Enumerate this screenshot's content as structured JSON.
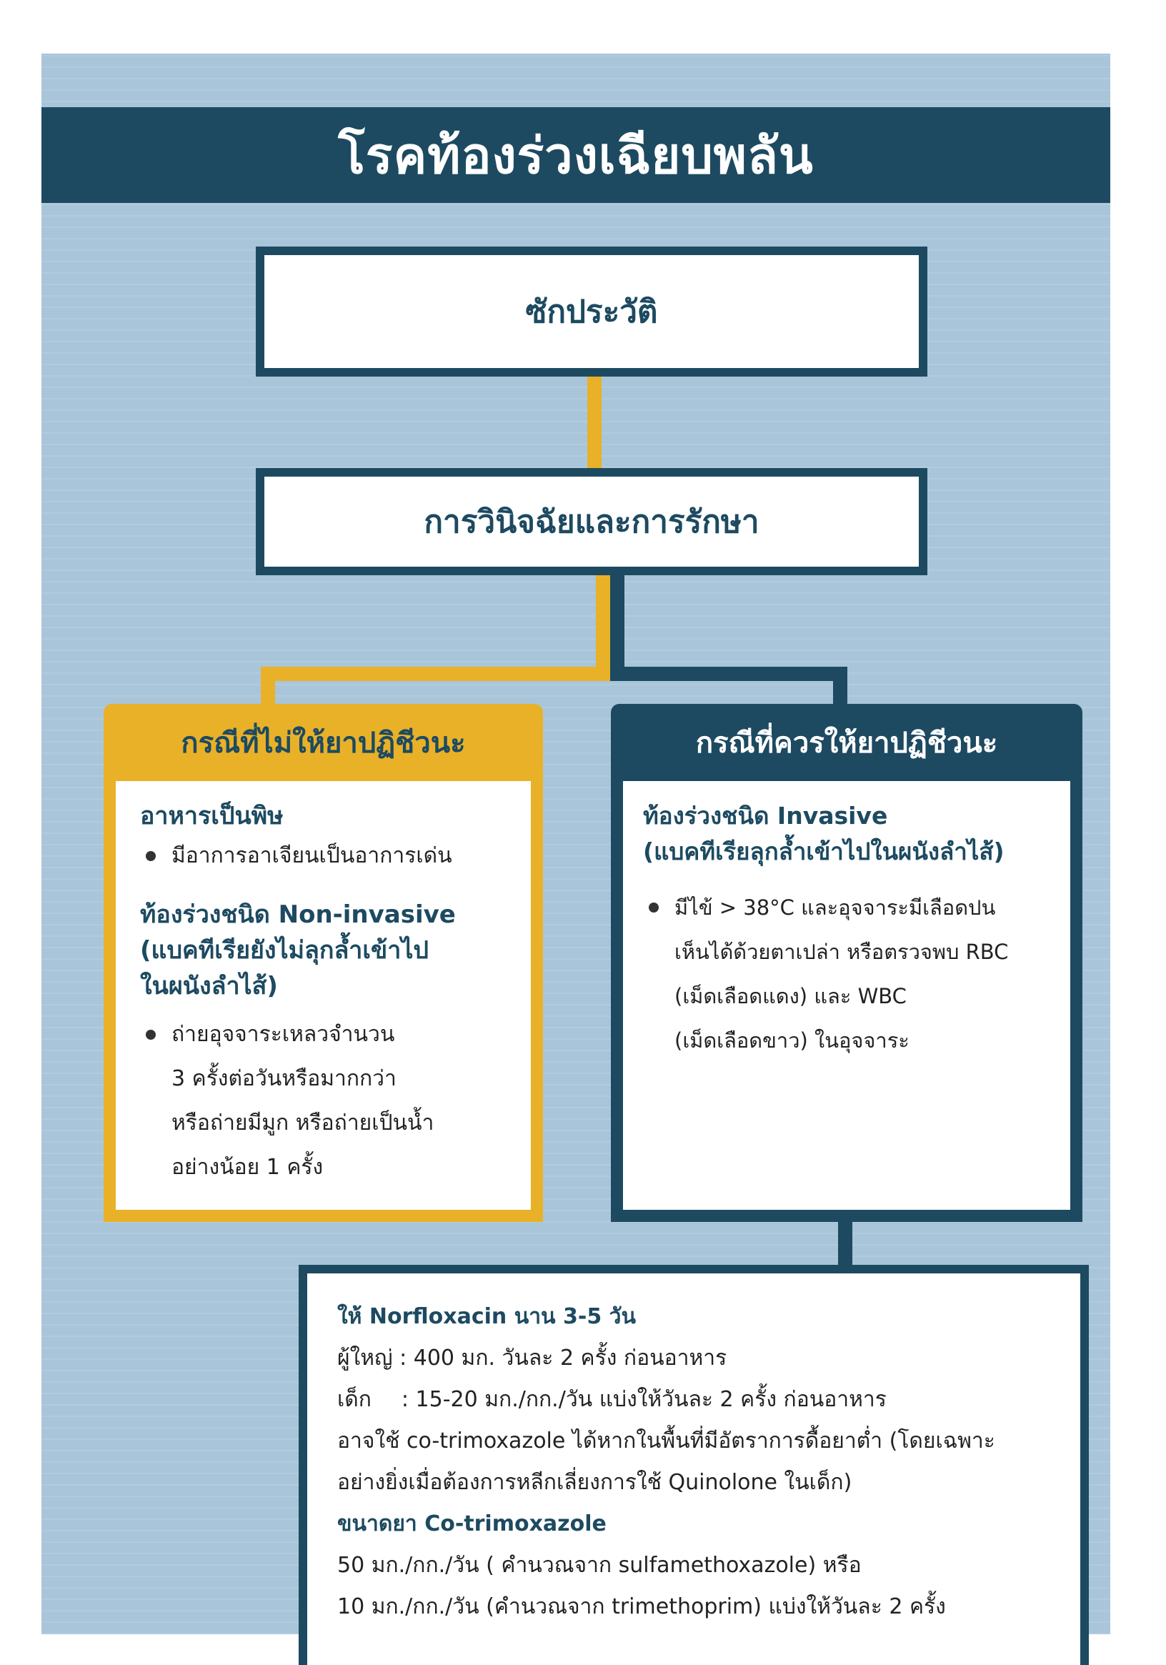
{
  "title": "โรคท้องร่วงเฉียบพลัน",
  "history_box": {
    "label": "ซักประวัติ"
  },
  "diagnosis_box": {
    "label": "การวินิจฉัยและการรักษา"
  },
  "case_no_antibiotic": {
    "header": "กรณีที่ไม่ให้ยาปฏิชีวนะ",
    "food_poisoning": {
      "heading": "อาหารเป็นพิษ",
      "bullet": "มีอาการอาเจียนเป็นอาการเด่น"
    },
    "non_invasive": {
      "heading_lines": [
        "ท้องร่วงชนิด Non-invasive",
        "(แบคทีเรียยังไม่ลุกล้ำเข้าไป",
        "ในผนังลำไส้)"
      ],
      "bullet_lines": [
        "ถ่ายอุจจาระเหลวจำนวน",
        "3 ครั้งต่อวันหรือมากกว่า",
        "หรือถ่ายมีมูก หรือถ่ายเป็นน้ำ",
        "อย่างน้อย 1 ครั้ง"
      ]
    }
  },
  "case_antibiotic": {
    "header": "กรณีที่ควรให้ยาปฏิชีวนะ",
    "invasive": {
      "heading_lines": [
        "ท้องร่วงชนิด Invasive",
        "(แบคทีเรียลุกล้ำเข้าไปในผนังลำไส้)"
      ],
      "bullet_lines": [
        "มีไข้ > 38°C และอุจจาระมีเลือดปน",
        "เห็นได้ด้วยตาเปล่า หรือตรวจพบ RBC",
        "(เม็ดเลือดแดง) และ WBC",
        "(เม็ดเลือดขาว) ในอุจจาระ"
      ]
    }
  },
  "treatment": {
    "line1": "ให้ Norfloxacin นาน 3-5 วัน",
    "adult": "ผู้ใหญ่ : 400 มก. วันละ 2 ครั้ง ก่อนอาหาร",
    "child_label": "เด็ก",
    "child_text": ": 15-20 มก./กก./วัน แบ่งให้วันละ 2 ครั้ง ก่อนอาหาร",
    "alt1": "อาจใช้ co-trimoxazole ได้หากในพื้นที่มีอัตราการดื้อยาต่ำ (โดยเฉพาะ",
    "alt2": "อย่างยิ่งเมื่อต้องการหลีกเลี่ยงการใช้ Quinolone ในเด็ก)",
    "dose_heading": "ขนาดยา Co-trimoxazole",
    "dose1": "50 มก./กก./วัน ( คำนวณจาก sulfamethoxazole)  หรือ",
    "dose2": "10 มก./กก./วัน (คำนวณจาก trimethoprim) แบ่งให้วันละ 2 ครั้ง"
  },
  "colors": {
    "navy": "#1d4a61",
    "yellow": "#e9b128",
    "panel": "#a9c5da"
  }
}
